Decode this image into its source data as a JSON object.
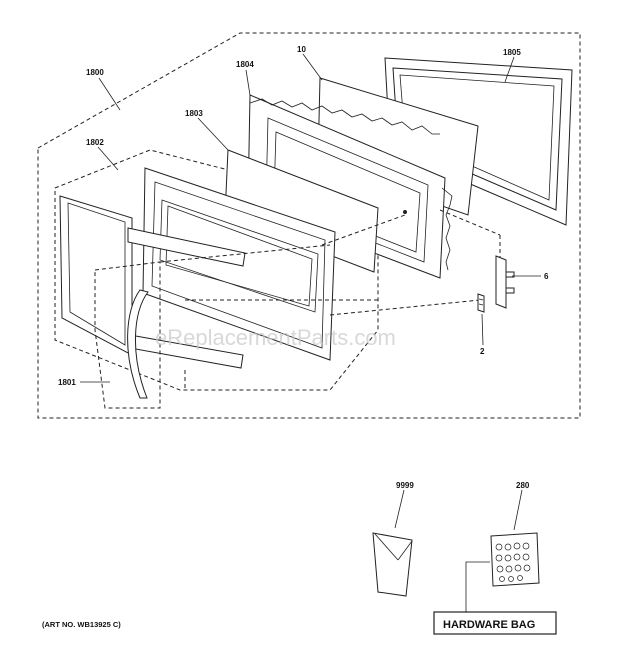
{
  "labels": {
    "l1800": "1800",
    "l1802": "1802",
    "l1803": "1803",
    "l1804": "1804",
    "l10": "10",
    "l1805": "1805",
    "l6": "6",
    "l2": "2",
    "l1801": "1801",
    "l9999": "9999",
    "l280": "280"
  },
  "watermark": "eReplacementParts.com",
  "art_number": "(ART NO. WB13925 C)",
  "hardware_bag": "HARDWARE BAG"
}
